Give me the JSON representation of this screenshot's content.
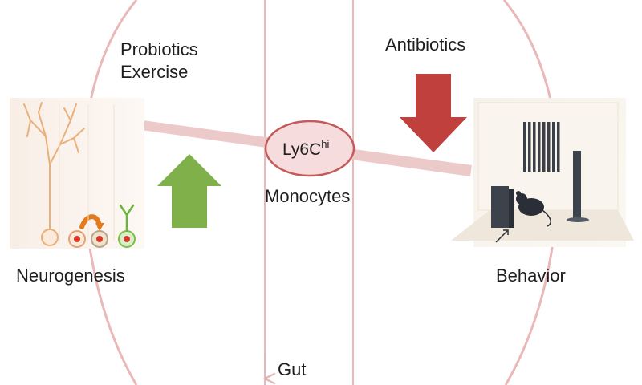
{
  "labels": {
    "probiotics": "Probiotics",
    "exercise": "Exercise",
    "antibiotics": "Antibiotics",
    "ly6c_base": "Ly6C",
    "ly6c_sup": "hi",
    "monocytes": "Monocytes",
    "neurogenesis": "Neurogenesis",
    "behavior": "Behavior",
    "gut": "Gut"
  },
  "arrows": {
    "up": {
      "meaning": "increase",
      "color": "#7fb04a",
      "icon": "up-arrow-icon"
    },
    "down": {
      "meaning": "decrease",
      "color": "#c0403d",
      "icon": "down-arrow-icon"
    }
  },
  "colors": {
    "outline": "#eab8b8",
    "band": "#edcaca",
    "ellipse_fill": "#f6dcdc",
    "ellipse_stroke": "#c55a5a",
    "neuron": "#eab07a"
  },
  "icons": {
    "neurogenesis_panel": "neuron-panel-icon",
    "behavior_panel": "mouse-cage-icon"
  }
}
